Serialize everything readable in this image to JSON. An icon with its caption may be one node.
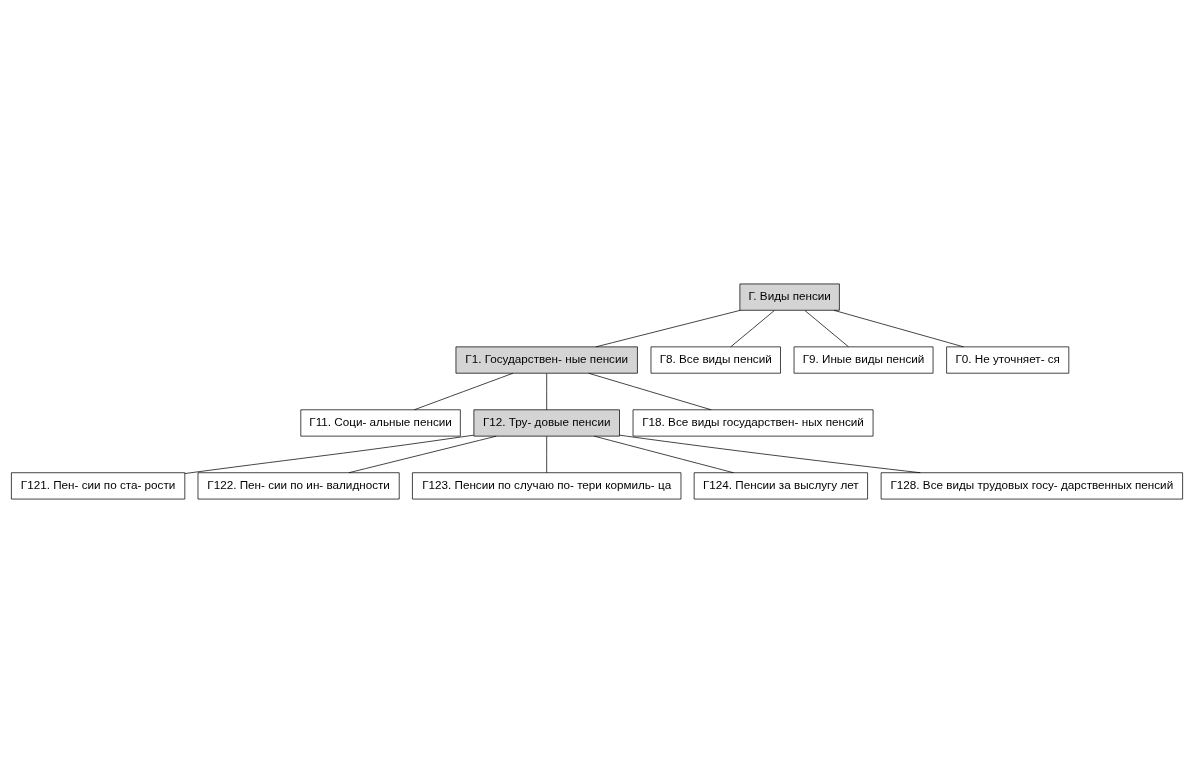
{
  "diagram": {
    "nodes": [
      {
        "text": [
          "Г. Виды пенсии"
        ]
      },
      {
        "text": [
          "Г1. Государствен- ные пенсии"
        ]
      },
      {
        "text": [
          "Г8. Все виды пенсий"
        ]
      },
      {
        "text": [
          "Г9. Иные виды пенсий"
        ]
      },
      {
        "text": [
          "Г0. Не уточняет- ся"
        ]
      },
      {
        "text": [
          "Г11. Соци- альные пенсии"
        ]
      },
      {
        "text": [
          "Г12. Тру- довые пенсии"
        ]
      },
      {
        "text": [
          "Г18. Все виды государствен- ных пенсий"
        ]
      },
      {
        "text": [
          "Г121. Пен- сии по ста- рости"
        ]
      },
      {
        "text": [
          "Г122. Пен- сии по ин- валидности"
        ]
      },
      {
        "text": [
          "Г123. Пенсии по случаю по- тери кормиль- ца"
        ]
      },
      {
        "text": [
          "Г124. Пенсии за выслугу лет"
        ]
      },
      {
        "text": [
          "Г128. Все виды трудовых госу- дарственных пенсий"
        ]
      }
    ],
    "edges": [
      {
        "from": 0,
        "to": 1,
        "arrow": "none"
      },
      {
        "from": 0,
        "to": 2,
        "arrow": "none"
      },
      {
        "from": 0,
        "to": 3,
        "arrow": "none"
      },
      {
        "from": 0,
        "to": 4,
        "arrow": "none"
      },
      {
        "from": 1,
        "to": 5,
        "arrow": "none"
      },
      {
        "from": 1,
        "to": 6,
        "arrow": "none"
      },
      {
        "from": 1,
        "to": 7,
        "arrow": "none"
      },
      {
        "from": 6,
        "to": 8,
        "arrow": "none"
      },
      {
        "from": 6,
        "to": 9,
        "arrow": "none"
      },
      {
        "from": 6,
        "to": 10,
        "arrow": "none"
      },
      {
        "from": 6,
        "to": 11,
        "arrow": "none"
      },
      {
        "from": 6,
        "to": 12,
        "arrow": "none"
      }
    ]
  }
}
